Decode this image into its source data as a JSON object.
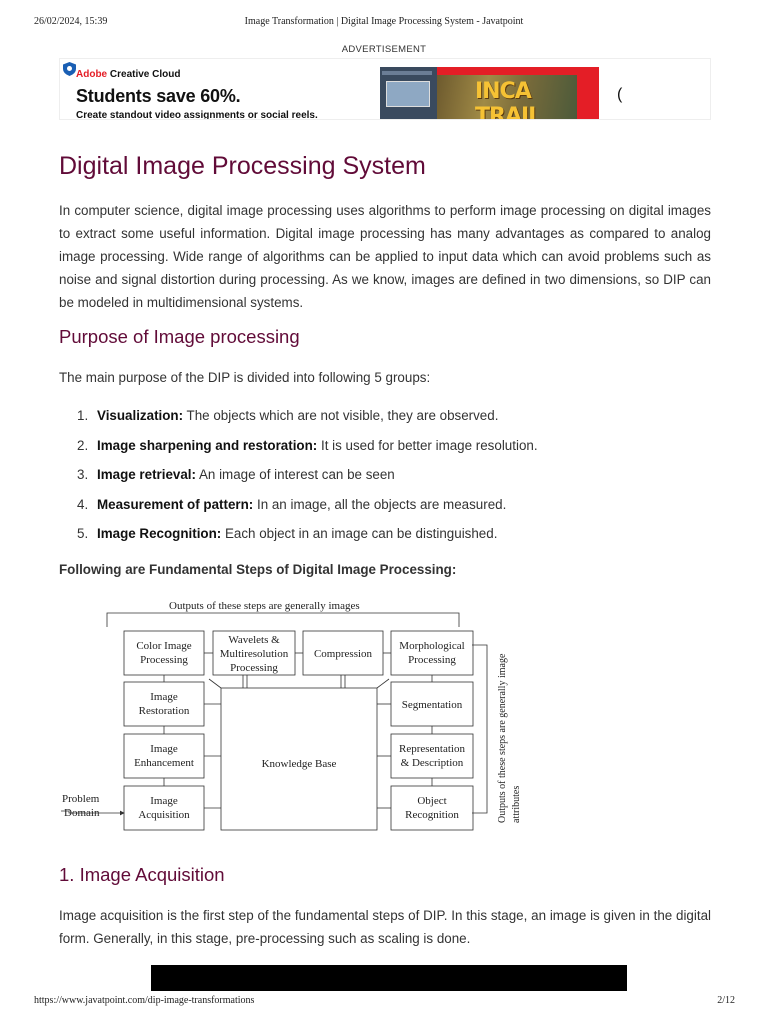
{
  "print_header": {
    "datetime": "26/02/2024, 15:39",
    "title": "Image Transformation | Digital Image Processing System - Javatpoint"
  },
  "ad": {
    "label": "ADVERTISEMENT",
    "brand_prefix": "Adobe",
    "brand_suffix": "Creative Cloud",
    "headline": "Students save 60%.",
    "subline": "Create standout video assignments or social reels.",
    "visual_text": "INCA TRAIL",
    "trailing": "(",
    "brand_color": "#e41e26"
  },
  "article": {
    "title": "Digital Image Processing System",
    "intro": "In computer science, digital image processing uses algorithms to perform image processing on digital images to extract some useful information. Digital image processing has many advantages as compared to analog image processing. Wide range of algorithms can be applied to input data which can avoid problems such as noise and signal distortion during processing. As we know, images are defined in two dimensions, so DIP can be modeled in multidimensional systems.",
    "purpose_heading": "Purpose of Image processing",
    "purpose_lead": "The main purpose of the DIP is divided into following 5 groups:",
    "purpose_items": [
      {
        "num": "1.",
        "term": "Visualization:",
        "desc": " The objects which are not visible, they are observed."
      },
      {
        "num": "2.",
        "term": "Image sharpening and restoration:",
        "desc": " It is used for better image resolution."
      },
      {
        "num": "3.",
        "term": "Image retrieval:",
        "desc": " An image of interest can be seen"
      },
      {
        "num": "4.",
        "term": "Measurement of pattern:",
        "desc": " In an image, all the objects are measured."
      },
      {
        "num": "5.",
        "term": "Image Recognition:",
        "desc": " Each object in an image can be distinguished."
      }
    ],
    "fundamental_heading": "Following are Fundamental Steps of Digital Image Processing:",
    "acquisition_heading": "1. Image Acquisition",
    "acquisition_text": "Image acquisition is the first step of the fundamental steps of DIP. In this stage, an image is given in the digital form. Generally, in this stage, pre-processing such as scaling is done."
  },
  "diagram": {
    "top_caption": "Outputs of these steps are generally images",
    "side_caption_1": "Outputs of these steps are generally image",
    "side_caption_2": "attributes",
    "boxes": {
      "color_1": "Color Image",
      "color_2": "Processing",
      "wavelets_1": "Wavelets &",
      "wavelets_2": "Multiresolution",
      "wavelets_3": "Processing",
      "compression": "Compression",
      "morph_1": "Morphological",
      "morph_2": "Processing",
      "restoration_1": "Image",
      "restoration_2": "Restoration",
      "segmentation": "Segmentation",
      "enhancement_1": "Image",
      "enhancement_2": "Enhancement",
      "knowledge": "Knowledge Base",
      "representation_1": "Representation",
      "representation_2": "& Description",
      "acquisition_1": "Image",
      "acquisition_2": "Acquisition",
      "object_1": "Object",
      "object_2": "Recognition",
      "problem_1": "Problem",
      "problem_2": "Domain"
    }
  },
  "print_footer": {
    "url": "https://www.javatpoint.com/dip-image-transformations",
    "page": "2/12"
  }
}
